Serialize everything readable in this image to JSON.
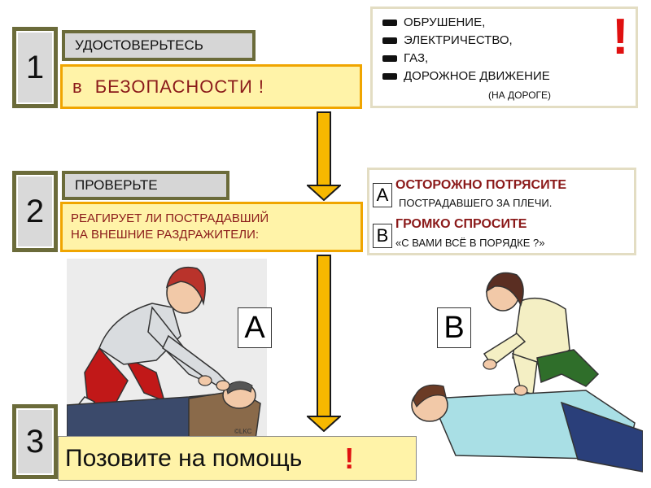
{
  "step1": {
    "number": "1",
    "label": "УДОСТОВЕРЬТЕСЬ",
    "text_prefix": "в",
    "text_main": "БЕЗОПАСНОСТИ  !"
  },
  "hazards": {
    "items": [
      "ОБРУШЕНИЕ,",
      "ЭЛЕКТРИЧЕСТВО,",
      "ГАЗ,",
      "ДОРОЖНОЕ ДВИЖЕНИЕ"
    ],
    "note": "(НА ДОРОГЕ)",
    "exclaim": "!"
  },
  "step2": {
    "number": "2",
    "label": "ПРОВЕРЬТЕ",
    "line1": "РЕАГИРУЕТ ЛИ ПОСТРАДАВШИЙ",
    "line2": "НА  ВНЕШНИЕ РАЗДРАЖИТЕЛИ:"
  },
  "checks": {
    "a_letter": "А",
    "a_title": "ОСТОРОЖНО  ПОТРЯСИТЕ",
    "a_sub": "ПОСТРАДАВШЕГО ЗА ПЛЕЧИ.",
    "b_letter": "В",
    "b_title": "ГРОМКО СПРОСИТЕ",
    "b_sub": "«С ВАМИ ВСЁ В ПОРЯДКЕ ?»"
  },
  "images": {
    "a_label": "А",
    "b_label": "В",
    "credit": "©LKC"
  },
  "step3": {
    "number": "3",
    "text": "Позовите на помощь",
    "exclaim": "!"
  },
  "colors": {
    "dark_red": "#8b1a1a",
    "bright_red": "#e01010",
    "arrow_yellow": "#f7b800",
    "box_yellow": "#fff3a8",
    "box_border": "#f0a500",
    "step_border": "#6b6b3a"
  }
}
